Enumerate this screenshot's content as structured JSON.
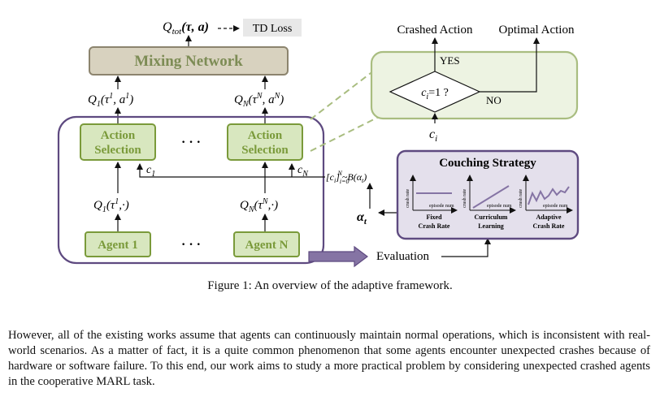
{
  "figure": {
    "qtot": "Q",
    "qtot_sub": "tot",
    "qtot_args": "(τ, a)",
    "td_loss": "TD Loss",
    "mixing_network": "Mixing Network",
    "q1_top": {
      "Q": "Q",
      "sub": "1",
      "arg_open": "(τ",
      "sup1": "1",
      "mid": ", a",
      "sup2": "1",
      "close": ")"
    },
    "qN_top": {
      "Q": "Q",
      "sub": "N",
      "arg_open": "(τ",
      "sup1": "N",
      "mid": ", a",
      "sup2": "N",
      "close": ")"
    },
    "action_selection_line1": "Action",
    "action_selection_line2": "Selection",
    "ellipsis": "· · ·",
    "c1": {
      "c": "c",
      "sub": "1"
    },
    "cN": {
      "c": "c",
      "sub": "N"
    },
    "q1_mid": {
      "Q": "Q",
      "sub": "1",
      "arg_open": "(τ",
      "sup": "1",
      "close": ",·)"
    },
    "qN_mid": {
      "Q": "Q",
      "sub": "N",
      "arg_open": "(τ",
      "sup": "N",
      "close": ",·)"
    },
    "agent1": "Agent 1",
    "agentN": "Agent N",
    "crash_sample": {
      "open": "[c",
      "sub_i": "i",
      "close": "]",
      "sub": "i=0",
      "sup": "N",
      "rest": "~B(α",
      "t": "t",
      "end": ")"
    },
    "alpha": {
      "a": "α",
      "sub": "t"
    },
    "evaluation": "Evaluation",
    "crashed_action": "Crashed Action",
    "optimal_action": "Optimal Action",
    "yes": "YES",
    "no": "NO",
    "decision": {
      "c": "c",
      "sub": "i",
      "rest": "=1 ?"
    },
    "ci": {
      "c": "c",
      "sub": "i"
    },
    "coaching": {
      "title": "Couching Strategy",
      "ylabel": "crash rate",
      "xlabel": "episode num",
      "panels": [
        {
          "line1": "Fixed",
          "line2": "Crash Rate"
        },
        {
          "line1": "Curriculum",
          "line2": "Learning"
        },
        {
          "line1": "Adaptive",
          "line2": "Crash Rate"
        }
      ]
    },
    "colors": {
      "green_border": "#7a9a3a",
      "green_fill": "#d8e7bf",
      "purple": "#5e4a80",
      "purple_fill": "#e4e0ec",
      "mixing_fill": "#d8d2bf",
      "mixing_border": "#8c846e",
      "mixing_text": "#7d8c55",
      "td_fill": "#e8e8e8"
    }
  },
  "caption": "Figure 1: An overview of the adaptive framework.",
  "paragraph": "However, all of the existing works assume that agents can continuously maintain normal operations, which is inconsistent with real-world scenarios. As a matter of fact, it is a quite common phenomenon that some agents encounter unexpected crashes because of hardware or software failure. To this end, our work aims to study a more practical problem by considering unexpected crashed agents in the cooperative MARL task."
}
